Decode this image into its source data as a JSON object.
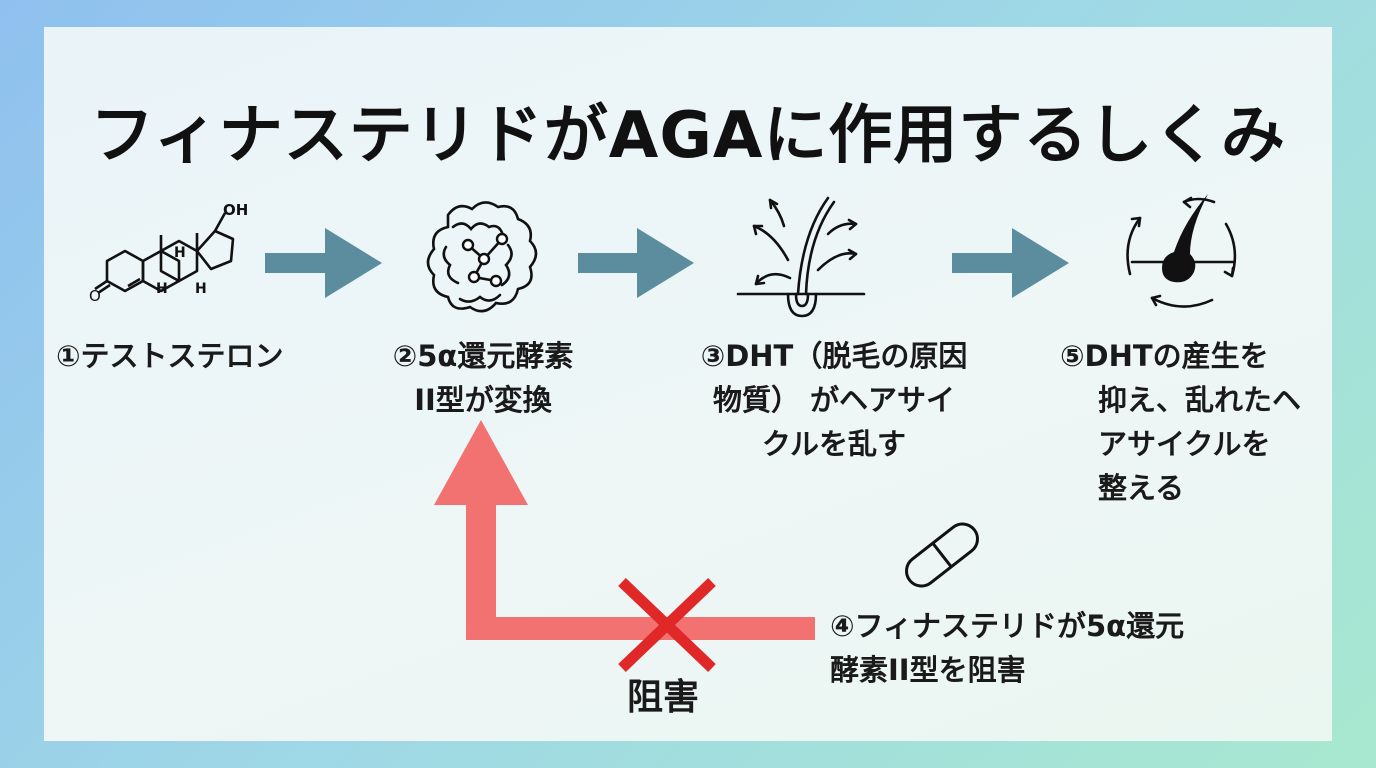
{
  "title": "フィナステリドがAGAに作用するしくみ",
  "steps": [
    {
      "lines": [
        "①テストステロン"
      ],
      "icon": "testosterone-molecule-icon"
    },
    {
      "lines": [
        "②5α還元酵素",
        "II型が変換"
      ],
      "icon": "enzyme-protein-icon"
    },
    {
      "lines": [
        "③DHT（脱毛の原因",
        "物質） がヘアサイ",
        "クルを乱す"
      ],
      "icon": "hair-follicle-disrupted-icon"
    },
    {
      "lines": [
        "④フィナステリドが5α還元",
        "酵素II型を阻害"
      ],
      "icon": "capsule-pill-icon"
    },
    {
      "lines": [
        "⑤DHTの産生を",
        "抑え、乱れたヘ",
        "アサイクルを",
        "整える"
      ],
      "icon": "hair-cycle-restored-icon"
    }
  ],
  "molecule_labels": {
    "oh": "OH",
    "h": "H",
    "o": "O"
  },
  "block_label": "阻害",
  "colors": {
    "flow_arrow": "#5b8d9e",
    "block_arrow": "#f25f5f",
    "block_x": "#e02828",
    "text": "#1a1a1a"
  }
}
